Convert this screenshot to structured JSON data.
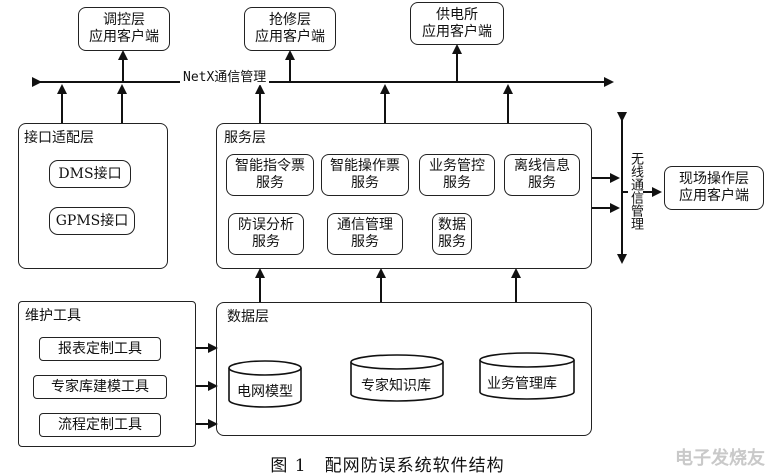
{
  "clients": {
    "dispatch": "调控层\n应用客户端",
    "repair": "抢修层\n应用客户端",
    "supply": "供电所\n应用客户端"
  },
  "bus_label": "NetX通信管理",
  "interface_layer": {
    "title": "接口适配层",
    "dms": "DMS接口",
    "gpms": "GPMS接口"
  },
  "service_layer": {
    "title": "服务层",
    "ticket": "智能指令票\n服务",
    "operation": "智能操作票\n服务",
    "business": "业务管控\n服务",
    "offline": "离线信息\n服务",
    "antierr": "防误分析\n服务",
    "comm": "通信管理\n服务",
    "data": "数据\n服务"
  },
  "wireless_label": "无线通信管理",
  "field_client": "现场操作层\n应用客户端",
  "tools": {
    "title": "维护工具",
    "report": "报表定制工具",
    "expert": "专家库建模工具",
    "flow": "流程定制工具"
  },
  "data_layer": {
    "title": "数据层",
    "grid": "电网模型",
    "knowledge": "专家知识库",
    "bizdb": "业务管理库"
  },
  "caption": "图 1　配网防误系统软件结构",
  "watermark": "电子发烧友"
}
